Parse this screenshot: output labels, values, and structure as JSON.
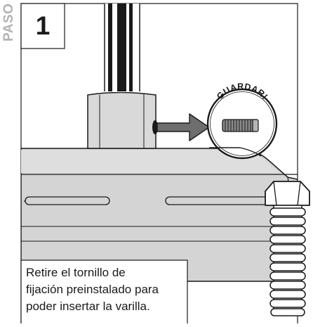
{
  "step": {
    "label": "PASO",
    "number": "1"
  },
  "callout": {
    "label": "GUARDAR!"
  },
  "caption": {
    "lines": [
      "Retire el tornillo de",
      "fijación preinstalado para",
      "poder insertar la varilla."
    ]
  },
  "colors": {
    "line": "#1a1a1a",
    "panel_fill": "#d4d4d4",
    "post_fill": "#d9d9d9",
    "arrow_fill": "#6e6e6e",
    "screw_fill": "#8a8a8a",
    "label_gray": "#b3b3b3",
    "background": "#ffffff"
  },
  "icons": [
    "arrow-right-icon",
    "set-screw-icon",
    "hex-bolt-icon"
  ]
}
